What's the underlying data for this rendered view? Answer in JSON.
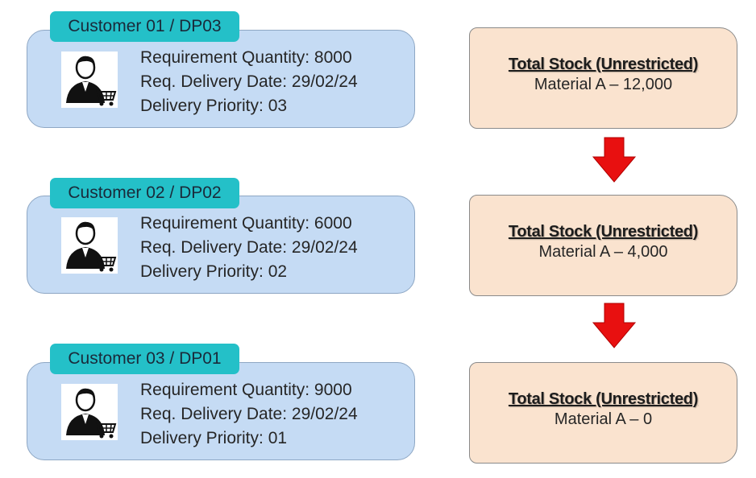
{
  "customers": [
    {
      "tab": "Customer  01 / DP03",
      "line1": "Requirement Quantity: 8000",
      "line2": "Req. Delivery Date: 29/02/24",
      "line3": "Delivery Priority: 03"
    },
    {
      "tab": "Customer  02 / DP02",
      "line1": "Requirement Quantity: 6000",
      "line2": "Req. Delivery Date: 29/02/24",
      "line3": "Delivery Priority: 02"
    },
    {
      "tab": "Customer  03 / DP01",
      "line1": "Requirement Quantity: 9000",
      "line2": "Req. Delivery Date: 29/02/24",
      "line3": "Delivery Priority: 01"
    }
  ],
  "stock": [
    {
      "title": "Total Stock (Unrestricted)",
      "value": "Material A – 12,000"
    },
    {
      "title": "Total Stock (Unrestricted)",
      "value": "Material A – 4,000"
    },
    {
      "title": "Total Stock (Unrestricted)",
      "value": "Material A – 0"
    }
  ],
  "icons": {
    "avatar": "customer-with-cart-icon",
    "arrow": "down-arrow-icon"
  },
  "colors": {
    "customer_card": "#c5dbf4",
    "customer_tab": "#24c0c8",
    "stock_card": "#fae3cf",
    "arrow": "#e81010"
  }
}
